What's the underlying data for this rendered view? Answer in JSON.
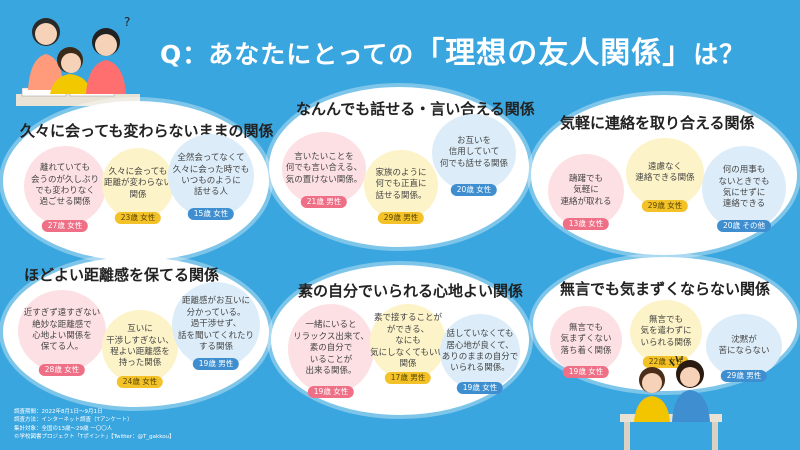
{
  "header": {
    "prefix": "Q：あなたにとっての",
    "emphasis": "「理想の友人関係」",
    "suffix": "は？"
  },
  "cards": [
    {
      "title": "久々に会っても変わらないままの関係",
      "bubbles": [
        {
          "text": "離れていても\n会うのが久しぶり\nでも変わりなく\n過ごせる関係",
          "tag": "27歳 女性",
          "color": "pink"
        },
        {
          "text": "久々に会っても\n距離が変わらない\n関係",
          "tag": "23歳 女性",
          "color": "yellow"
        },
        {
          "text": "全然会ってなくて\n久々に会った時でも\nいつものように\n話せる人",
          "tag": "15歳 女性",
          "color": "blue"
        }
      ]
    },
    {
      "title": "なんんでも話せる・言い合える関係",
      "bubbles": [
        {
          "text": "言いたいことを\n何でも言い合える、\n気の置けない関係。",
          "tag": "21歳 男性",
          "color": "pink"
        },
        {
          "text": "家族のように\n何でも正直に\n話せる関係。",
          "tag": "29歳 男性",
          "color": "yellow"
        },
        {
          "text": "お互いを\n信用していて\n何でも話せる関係",
          "tag": "20歳 女性",
          "color": "blue"
        }
      ]
    },
    {
      "title": "気軽に連絡を取り合える関係",
      "bubbles": [
        {
          "text": "躊躇でも\n気軽に\n連絡が取れる",
          "tag": "13歳 女性",
          "color": "pink"
        },
        {
          "text": "遠慮なく\n連絡できる関係",
          "tag": "29歳 女性",
          "color": "yellow"
        },
        {
          "text": "何の用事も\nないときでも\n気にせずに\n連絡できる",
          "tag": "20歳 その他",
          "color": "blue"
        }
      ]
    },
    {
      "title": "ほどよい距離感を保てる関係",
      "bubbles": [
        {
          "text": "近すぎず遠すぎない\n絶妙な距離感で\n心地よい関係を\n保てる人。",
          "tag": "28歳 女性",
          "color": "pink"
        },
        {
          "text": "互いに\n干渉しすぎない、\n程よい距離感を\n持った関係",
          "tag": "24歳 女性",
          "color": "yellow"
        },
        {
          "text": "距離感がお互いに\n分かっている。\n過干渉せず、\n話を聞いてくれたり\nする関係",
          "tag": "19歳 男性",
          "color": "blue"
        }
      ]
    },
    {
      "title": "素の自分でいられる心地よい関係",
      "bubbles": [
        {
          "text": "一緒にいると\nリラックス出来て、\n素の自分で\nいることが\n出来る関係。",
          "tag": "19歳 女性",
          "color": "pink"
        },
        {
          "text": "素で接することが\nができる、\nなにも\n気にしなくてもいい関係",
          "tag": "17歳 男性",
          "color": "yellow"
        },
        {
          "text": "話していなくても\n居心地が良くて、\nありのままの自分で\nいられる関係。",
          "tag": "19歳 女性",
          "color": "blue"
        }
      ]
    },
    {
      "title": "無言でも気まずくならない関係",
      "bubbles": [
        {
          "text": "無言でも\n気まずくない\n落ち着く関係",
          "tag": "19歳 女性",
          "color": "pink"
        },
        {
          "text": "無言でも\n気を遣わずに\nいられる関係",
          "tag": "22歳 女性",
          "color": "yellow"
        },
        {
          "text": "沈黙が\n苦にならない",
          "tag": "29歳 男性",
          "color": "blue"
        }
      ]
    }
  ],
  "footnote": {
    "line1": "調査期間：2022年8月1日〜9月1日",
    "line2": "調査方法：インターネット調査（Tアンケート）",
    "line3": "集計対象：全国の13歳〜29歳 一〇〇人",
    "line4": "©学校図書プロジェクト「Tポイント」【Twitter：@T_gakkou】"
  },
  "icons": [
    "students-studying-illustration",
    "girls-on-bench-illustration"
  ]
}
